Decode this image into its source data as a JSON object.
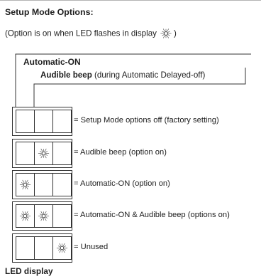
{
  "title": "Setup Mode Options:",
  "subtitle": {
    "text": "(Option is on when LED flashes in display",
    "closing": ")",
    "icon": "flashing-led-icon"
  },
  "headings": {
    "automatic_on": "Automatic-ON",
    "audible_beep_bold": "Audible beep",
    "audible_beep_note": " (during Automatic Delayed-off)"
  },
  "rows": [
    {
      "label": "= Setup Mode options off (factory setting)",
      "leds": [
        false,
        false,
        false
      ]
    },
    {
      "label": "= Audible beep (option on)",
      "leds": [
        false,
        true,
        false
      ]
    },
    {
      "label": "= Automatic-ON (option on)",
      "leds": [
        true,
        false,
        false
      ]
    },
    {
      "label": "= Automatic-ON & Audible beep (options on)",
      "leds": [
        true,
        true,
        false
      ]
    },
    {
      "label": "= Unused",
      "leds": [
        false,
        false,
        true
      ]
    }
  ],
  "footer": "LED display",
  "colors": {
    "text": "#1e1e1e",
    "lines": "#333333",
    "rule": "#b4b4b4",
    "led_ray": "#555555"
  }
}
